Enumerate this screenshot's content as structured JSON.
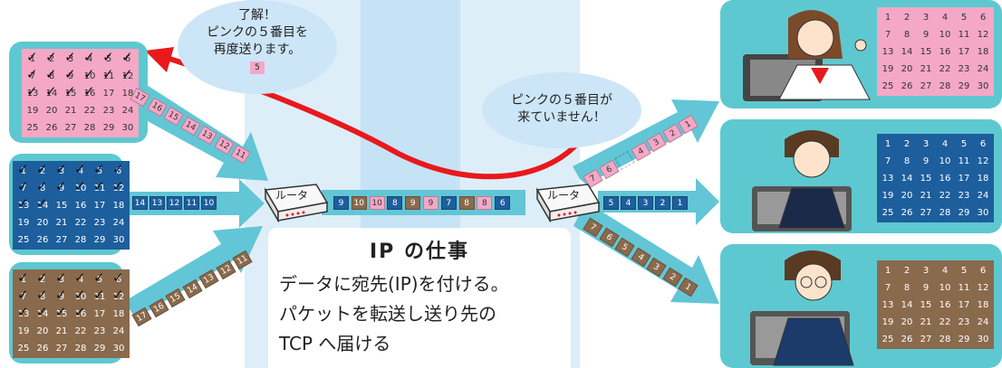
{
  "grid_numbers": [
    "1",
    "2",
    "3",
    "4",
    "5",
    "6",
    "7",
    "8",
    "9",
    "10",
    "11",
    "12",
    "13",
    "14",
    "15",
    "16",
    "17",
    "18",
    "19",
    "20",
    "21",
    "22",
    "23",
    "24",
    "25",
    "26",
    "27",
    "28",
    "29",
    "30"
  ],
  "senders": {
    "pink_checked": [
      "1",
      "2",
      "3",
      "4",
      "5",
      "6",
      "7",
      "8",
      "9",
      "10",
      "11",
      "12",
      "13",
      "14",
      "15",
      "16"
    ],
    "blue_checked": [
      "1",
      "2",
      "3",
      "4",
      "5",
      "6",
      "7",
      "8",
      "9",
      "10",
      "11",
      "12",
      "13",
      "14"
    ],
    "brown_checked": [
      "1",
      "2",
      "3",
      "4",
      "5",
      "6",
      "7",
      "8",
      "9",
      "10",
      "11",
      "12",
      "13",
      "14",
      "15",
      "16"
    ]
  },
  "pink_out_stream": [
    "17",
    "16",
    "15",
    "14",
    "13",
    "12",
    "11"
  ],
  "blue_out_stream": [
    "14",
    "13",
    "12",
    "11",
    "10"
  ],
  "brown_out_stream": [
    "17",
    "16",
    "15",
    "14",
    "13",
    "12",
    "11"
  ],
  "center_stream": [
    {
      "n": "9",
      "c": "blue"
    },
    {
      "n": "10",
      "c": "brown"
    },
    {
      "n": "10",
      "c": "pink"
    },
    {
      "n": "8",
      "c": "blue"
    },
    {
      "n": "9",
      "c": "brown"
    },
    {
      "n": "9",
      "c": "pink"
    },
    {
      "n": "7",
      "c": "blue"
    },
    {
      "n": "8",
      "c": "brown"
    },
    {
      "n": "8",
      "c": "pink"
    },
    {
      "n": "6",
      "c": "blue"
    }
  ],
  "to_pink_stream": [
    "7",
    "6",
    "",
    "4",
    "3",
    "2",
    "1"
  ],
  "to_blue_stream": [
    "5",
    "4",
    "3",
    "2",
    "1"
  ],
  "to_brown_stream": [
    "7",
    "6",
    "5",
    "4",
    "3",
    "2",
    "1"
  ],
  "router_label": "ルータ",
  "bubble_resend": {
    "line1": "了解！",
    "line2": "ピンクの５番目を",
    "line3": "再度送ります。",
    "packet": "5"
  },
  "bubble_missing": {
    "line1": "ピンクの５番目が",
    "line2": "来ていません！"
  },
  "ip_box": {
    "title": "IP の仕事",
    "line1": "データに宛先(IP)を付ける。",
    "line2": "パケットを転送し送り先の",
    "line3": "TCP へ届ける"
  },
  "colors": {
    "pink": "#f4a8c6",
    "blue": "#1d5e9c",
    "brown": "#8a6a4c",
    "panel": "#5ec8d0",
    "arrow": "#62c6d6",
    "red_arrow": "#e8191d"
  }
}
